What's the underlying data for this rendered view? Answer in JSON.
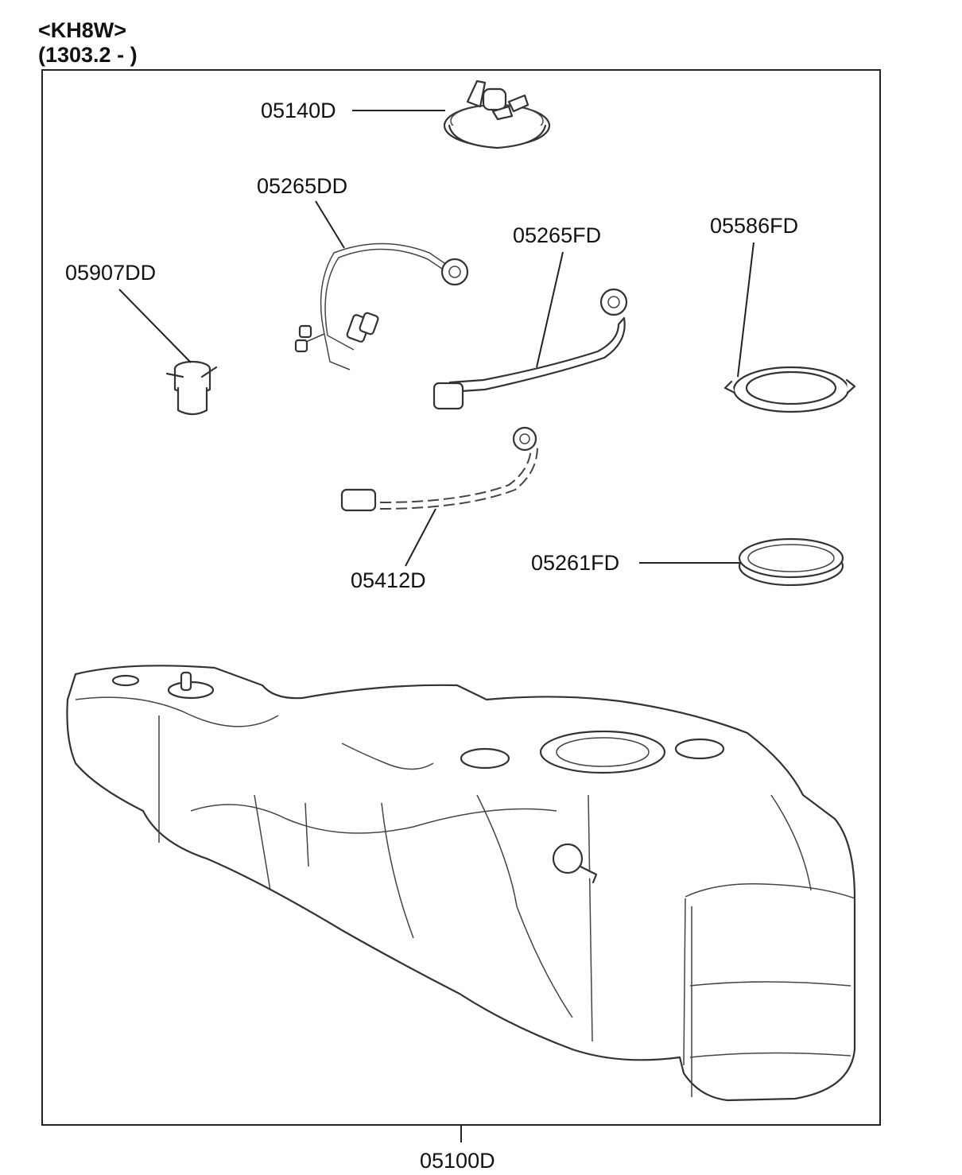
{
  "header": {
    "model": "<KH8W>",
    "range": "(1303.2 - )"
  },
  "parts": [
    {
      "id": "p-05140D",
      "label": "05140D"
    },
    {
      "id": "p-05265DD",
      "label": "05265DD"
    },
    {
      "id": "p-05265FD",
      "label": "05265FD"
    },
    {
      "id": "p-05586FD",
      "label": "05586FD"
    },
    {
      "id": "p-05907DD",
      "label": "05907DD"
    },
    {
      "id": "p-05412D",
      "label": "05412D"
    },
    {
      "id": "p-05261FD",
      "label": "05261FD"
    },
    {
      "id": "p-05100D",
      "label": "05100D"
    }
  ]
}
